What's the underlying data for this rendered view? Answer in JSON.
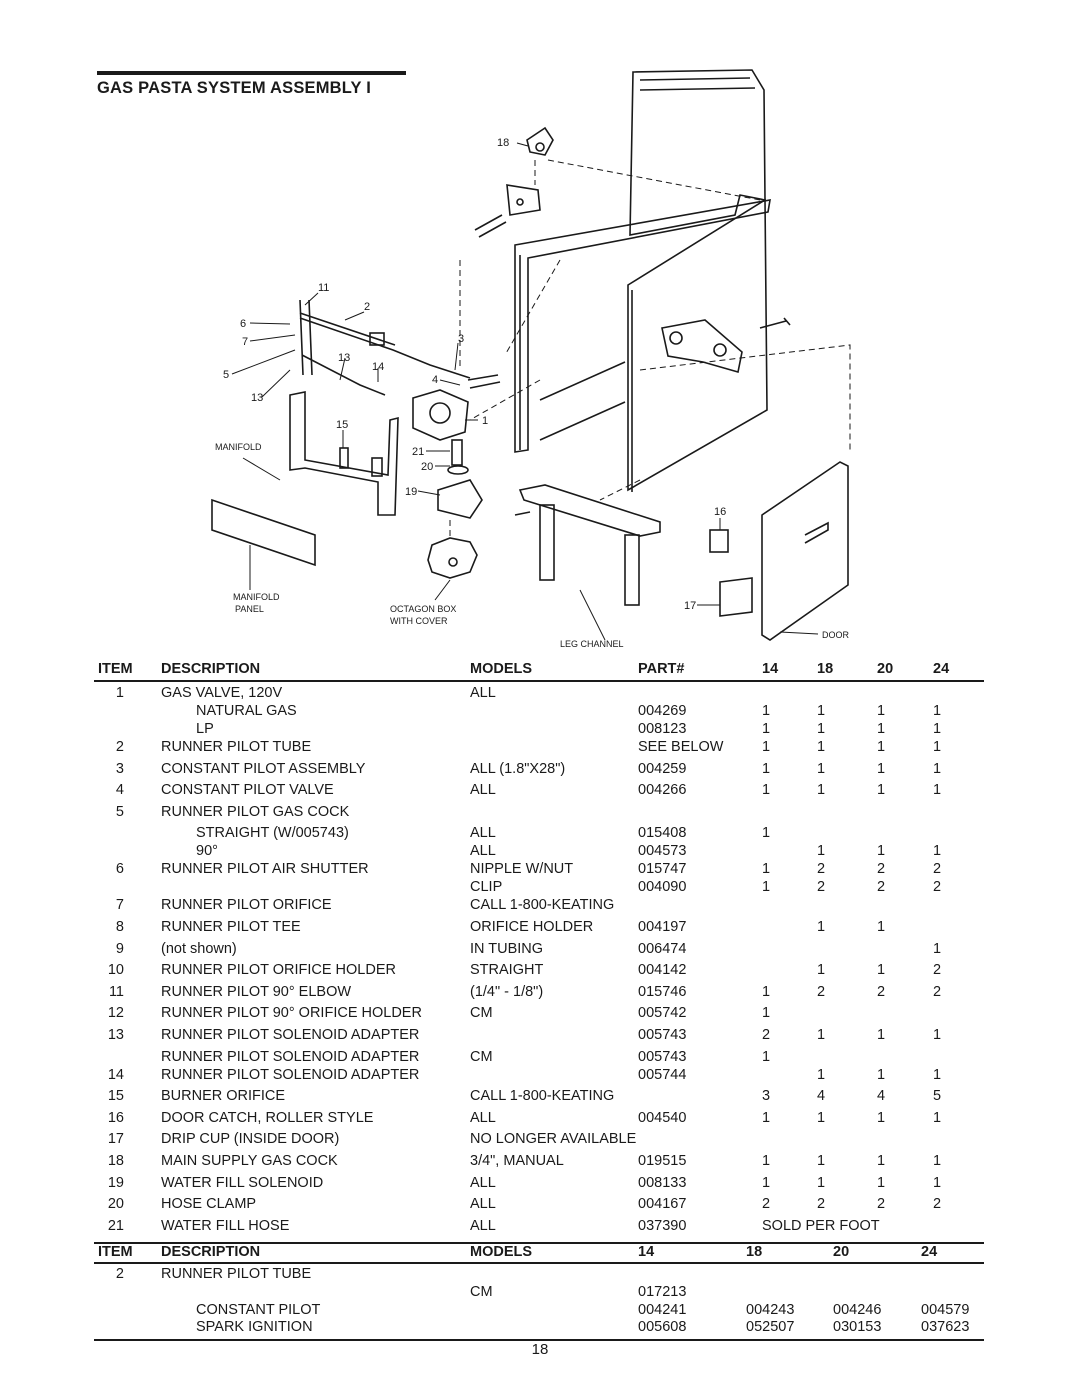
{
  "title": "GAS PASTA SYSTEM ASSEMBLY I",
  "diagram": {
    "labels": {
      "n18": "18",
      "n11": "11",
      "n2": "2",
      "n6": "6",
      "n7": "7",
      "n3": "3",
      "n5": "5",
      "n13a": "13",
      "n14": "14",
      "n4": "4",
      "n13b": "13",
      "n1": "1",
      "n15": "15",
      "n21": "21",
      "n20": "20",
      "n19": "19",
      "n16": "16",
      "n17": "17",
      "manifold": "MANIFOLD",
      "manifold_panel_1": "MANIFOLD",
      "manifold_panel_2": "PANEL",
      "octagon_1": "OCTAGON BOX",
      "octagon_2": "WITH COVER",
      "leg_channel": "LEG CHANNEL",
      "door": "DOOR"
    }
  },
  "table": {
    "headers": {
      "item": "ITEM",
      "description": "DESCRIPTION",
      "models": "MODELS",
      "part": "PART#",
      "c14": "14",
      "c18": "18",
      "c20": "20",
      "c24": "24"
    },
    "rows": [
      {
        "item": "1",
        "desc": "GAS VALVE, 120V",
        "model": "ALL",
        "part": "",
        "c14": "",
        "c18": "",
        "c20": "",
        "c24": ""
      },
      {
        "item": "",
        "desc": "      NATURAL GAS",
        "model": "",
        "part": "004269",
        "c14": "1",
        "c18": "1",
        "c20": "1",
        "c24": "1",
        "indent": true
      },
      {
        "item": "",
        "desc": "      LP",
        "model": "",
        "part": "008123",
        "c14": "1",
        "c18": "1",
        "c20": "1",
        "c24": "1",
        "indent": true
      },
      {
        "item": "2",
        "desc": "RUNNER PILOT TUBE",
        "model": "",
        "part": "SEE BELOW",
        "c14": "1",
        "c18": "1",
        "c20": "1",
        "c24": "1",
        "sp": true
      },
      {
        "item": "3",
        "desc": "CONSTANT PILOT ASSEMBLY",
        "model": "ALL (1.8\"X28\")",
        "part": "004259",
        "c14": "1",
        "c18": "1",
        "c20": "1",
        "c24": "1",
        "sp": true
      },
      {
        "item": "4",
        "desc": "CONSTANT PILOT VALVE",
        "model": "ALL",
        "part": "004266",
        "c14": "1",
        "c18": "1",
        "c20": "1",
        "c24": "1",
        "sp": true
      },
      {
        "item": "5",
        "desc": "RUNNER PILOT GAS COCK",
        "model": "",
        "part": "",
        "c14": "",
        "c18": "",
        "c20": "",
        "c24": "",
        "sp": true
      },
      {
        "item": "",
        "desc": "STRAIGHT (W/005743)",
        "model": "ALL",
        "part": "015408",
        "c14": "1",
        "c18": "",
        "c20": "",
        "c24": "",
        "indent": true
      },
      {
        "item": "",
        "desc": "90°",
        "model": "ALL",
        "part": "004573",
        "c14": "",
        "c18": "1",
        "c20": "1",
        "c24": "1",
        "indent": true
      },
      {
        "item": "6",
        "desc": "RUNNER PILOT AIR SHUTTER",
        "model": "NIPPLE W/NUT",
        "part": "015747",
        "c14": "1",
        "c18": "2",
        "c20": "2",
        "c24": "2"
      },
      {
        "item": "",
        "desc": "",
        "model": "CLIP",
        "part": "004090",
        "c14": "1",
        "c18": "2",
        "c20": "2",
        "c24": "2"
      },
      {
        "item": "7",
        "desc": "RUNNER PILOT ORIFICE",
        "model": "CALL 1-800-KEATING",
        "part": "",
        "c14": "",
        "c18": "",
        "c20": "",
        "c24": "",
        "sp": true
      },
      {
        "item": "8",
        "desc": "RUNNER PILOT TEE",
        "model": "ORIFICE HOLDER",
        "part": "004197",
        "c14": "",
        "c18": "1",
        "c20": "1",
        "c24": "",
        "sp": true
      },
      {
        "item": "9",
        "desc": "(not shown)",
        "model": "IN TUBING",
        "part": "006474",
        "c14": "",
        "c18": "",
        "c20": "",
        "c24": "1",
        "sp": true
      },
      {
        "item": "10",
        "desc": "RUNNER PILOT ORIFICE HOLDER",
        "model": "STRAIGHT",
        "part": "004142",
        "c14": "",
        "c18": "1",
        "c20": "1",
        "c24": "2",
        "sp": true
      },
      {
        "item": "11",
        "desc": "RUNNER PILOT 90° ELBOW",
        "model": "(1/4\" - 1/8\")",
        "part": "015746",
        "c14": "1",
        "c18": "2",
        "c20": "2",
        "c24": "2",
        "sp": true
      },
      {
        "item": "12",
        "desc": "RUNNER PILOT 90° ORIFICE HOLDER",
        "model": "CM",
        "part": "005742",
        "c14": "1",
        "c18": "",
        "c20": "",
        "c24": "",
        "sp": true
      },
      {
        "item": "13",
        "desc": "RUNNER PILOT SOLENOID ADAPTER",
        "model": "",
        "part": "005743",
        "c14": "2",
        "c18": "1",
        "c20": "1",
        "c24": "1",
        "sp": true
      },
      {
        "item": "",
        "desc": "RUNNER PILOT SOLENOID ADAPTER",
        "model": "CM",
        "part": "005743",
        "c14": "1",
        "c18": "",
        "c20": "",
        "c24": ""
      },
      {
        "item": "14",
        "desc": "RUNNER PILOT SOLENOID ADAPTER",
        "model": "",
        "part": "005744",
        "c14": "",
        "c18": "1",
        "c20": "1",
        "c24": "1",
        "sp": true
      },
      {
        "item": "15",
        "desc": "BURNER ORIFICE",
        "model": "CALL 1-800-KEATING",
        "part": "",
        "c14": "3",
        "c18": "4",
        "c20": "4",
        "c24": "5",
        "sp": true
      },
      {
        "item": "16",
        "desc": "DOOR CATCH, ROLLER STYLE",
        "model": "ALL",
        "part": "004540",
        "c14": "1",
        "c18": "1",
        "c20": "1",
        "c24": "1",
        "sp": true
      },
      {
        "item": "17",
        "desc": "DRIP CUP (INSIDE DOOR)",
        "model": "NO LONGER AVAILABLE",
        "part": "",
        "c14": "",
        "c18": "",
        "c20": "",
        "c24": "",
        "sp": true
      },
      {
        "item": "18",
        "desc": "MAIN SUPPLY GAS COCK",
        "model": "3/4\", MANUAL",
        "part": "019515",
        "c14": "1",
        "c18": "1",
        "c20": "1",
        "c24": "1",
        "sp": true
      },
      {
        "item": "19",
        "desc": "WATER FILL SOLENOID",
        "model": "ALL",
        "part": "008133",
        "c14": "1",
        "c18": "1",
        "c20": "1",
        "c24": "1",
        "sp": true
      },
      {
        "item": "20",
        "desc": "HOSE CLAMP",
        "model": "ALL",
        "part": "004167",
        "c14": "2",
        "c18": "2",
        "c20": "2",
        "c24": "2",
        "sp": true
      },
      {
        "item": "21",
        "desc": "WATER FILL HOSE",
        "model": "ALL",
        "part": "037390",
        "c14": "SOLD PER FOOT",
        "c18": "",
        "c20": "",
        "c24": "",
        "sp": true
      }
    ],
    "headers2": {
      "item": "ITEM",
      "description": "DESCRIPTION",
      "models": "MODELS",
      "c14": "14",
      "c18": "18",
      "c20": "20",
      "c24": "24"
    },
    "rows2": [
      {
        "item": "2",
        "desc": "RUNNER PILOT TUBE",
        "model": "",
        "c14": "",
        "c18": "",
        "c20": "",
        "c24": ""
      },
      {
        "item": "",
        "desc": "",
        "model": "CM",
        "c14": "017213",
        "c18": "",
        "c20": "",
        "c24": ""
      },
      {
        "item": "",
        "desc": "CONSTANT PILOT",
        "model": "",
        "c14": "004241",
        "c18": "004243",
        "c20": "004246",
        "c24": "004579",
        "indent": true
      },
      {
        "item": "",
        "desc": "SPARK IGNITION",
        "model": "",
        "c14": "005608",
        "c18": "052507",
        "c20": "030153",
        "c24": "037623",
        "indent": true
      }
    ]
  },
  "page_number": "18"
}
